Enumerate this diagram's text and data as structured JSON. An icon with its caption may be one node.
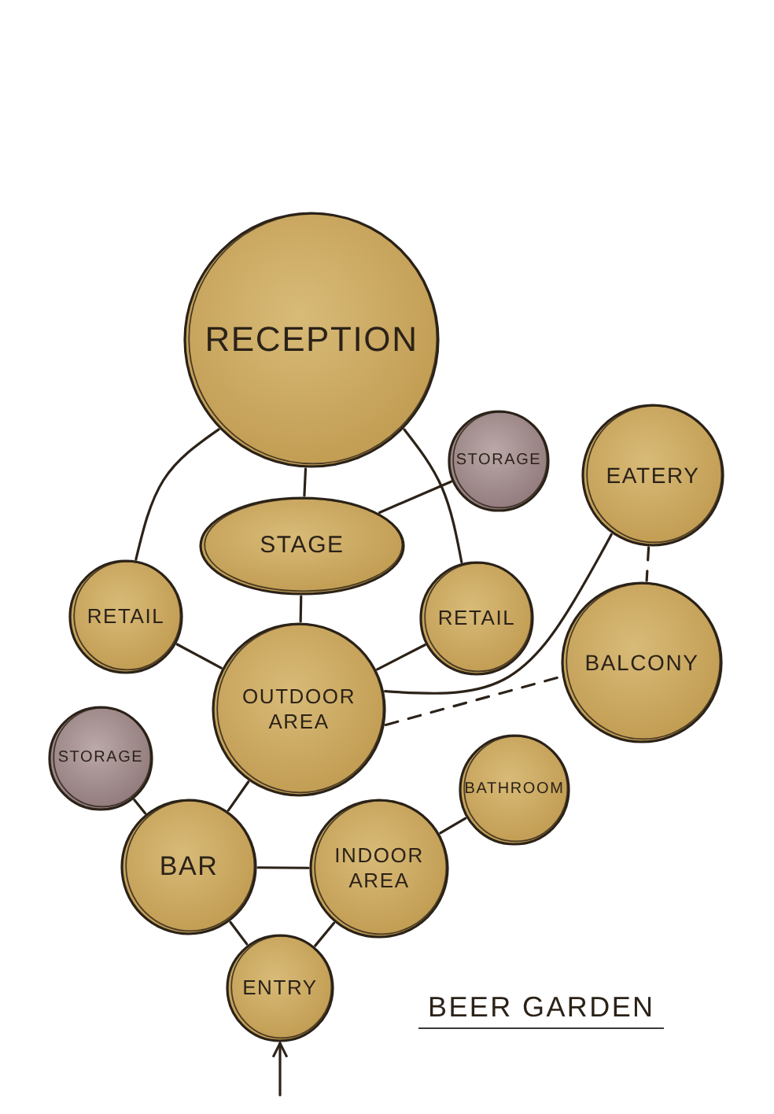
{
  "diagram": {
    "title": "BEER GARDEN",
    "nodes": [
      {
        "text": [
          "RECEPTION"
        ]
      },
      {
        "text": [
          "STORAGE"
        ]
      },
      {
        "text": [
          "EATERY"
        ]
      },
      {
        "text": [
          "STAGE"
        ]
      },
      {
        "text": [
          "RETAIL"
        ]
      },
      {
        "text": [
          "RETAIL"
        ]
      },
      {
        "text": [
          "BALCONY"
        ]
      },
      {
        "text": [
          "OUTDOOR AREA"
        ]
      },
      {
        "text": [
          "STORAGE"
        ]
      },
      {
        "text": [
          "BATHROOM"
        ]
      },
      {
        "text": [
          "BAR"
        ]
      },
      {
        "text": [
          "INDOOR AREA"
        ]
      },
      {
        "text": [
          "ENTRY"
        ]
      }
    ],
    "edges": [
      {
        "from": 0,
        "to": 4,
        "arrow": "none"
      },
      {
        "from": 0,
        "to": 3,
        "arrow": "none"
      },
      {
        "from": 0,
        "to": 5,
        "arrow": "none"
      },
      {
        "from": 3,
        "to": 1,
        "arrow": "none"
      },
      {
        "from": 3,
        "to": 7,
        "arrow": "none"
      },
      {
        "from": 4,
        "to": 7,
        "arrow": "none"
      },
      {
        "from": 5,
        "to": 7,
        "arrow": "none"
      },
      {
        "from": 7,
        "to": 2,
        "arrow": "none"
      },
      {
        "from": 7,
        "to": 6,
        "arrow": "none",
        "style": "dashed"
      },
      {
        "from": 2,
        "to": 6,
        "arrow": "none",
        "style": "dashed"
      },
      {
        "from": 7,
        "to": 10,
        "arrow": "none"
      },
      {
        "from": 8,
        "to": 10,
        "arrow": "none"
      },
      {
        "from": 10,
        "to": 11,
        "arrow": "none"
      },
      {
        "from": 11,
        "to": 9,
        "arrow": "none"
      },
      {
        "from": 10,
        "to": 12,
        "arrow": "none"
      },
      {
        "from": 11,
        "to": 12,
        "arrow": "none"
      },
      {
        "from": null,
        "to": 12,
        "arrow": "to"
      }
    ]
  }
}
